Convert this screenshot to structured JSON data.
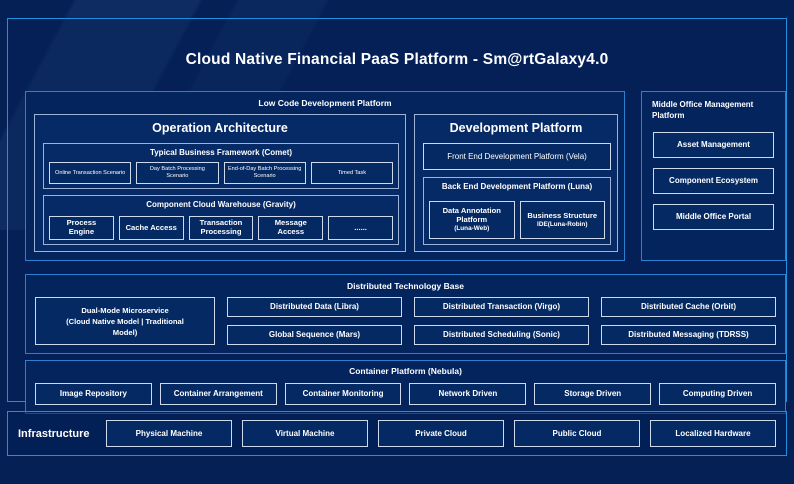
{
  "title": "Cloud Native Financial PaaS Platform - Sm@rtGalaxy4.0",
  "colors": {
    "background": "#042055",
    "accent_border": "#1f8fe0",
    "panel_border": "#2f7fd0",
    "chip_border": "#cfd9ec",
    "text": "#ffffff"
  },
  "low_code": {
    "title": "Low Code Development Platform",
    "operation_architecture": {
      "title": "Operation Architecture",
      "typical_business_framework": {
        "title": "Typical Business Framework (Comet)",
        "items": [
          "Online Transaction Scenario",
          "Day Batch Processing Scenario",
          "End-of-Day Batch Processing Scenario",
          "Timed Task"
        ]
      },
      "component_cloud_warehouse": {
        "title": "Component Cloud Warehouse (Gravity)",
        "items": [
          "Process Engine",
          "Cache Access",
          "Transaction Processing",
          "Message Access",
          "......"
        ]
      }
    },
    "development_platform": {
      "title": "Development Platform",
      "front_end": "Front End Development Platform (Vela)",
      "back_end": {
        "title": "Back End Development Platform (Luna)",
        "items": [
          {
            "main": "Data Annotation Platform",
            "sub": "(Luna-Web)"
          },
          {
            "main": "Business Structure",
            "sub": "IDE(Luna-Robin)"
          }
        ]
      }
    }
  },
  "middle_office": {
    "title": "Middle Office Management Platform",
    "items": [
      "Asset Management",
      "Component Ecosystem",
      "Middle Office Portal"
    ]
  },
  "distributed_technology_base": {
    "title": "Distributed Technology Base",
    "highlight": "Dual-Mode Microservice (Cloud Native Model | Traditional Model)",
    "highlight_lines": [
      "Dual-Mode Microservice",
      "(Cloud Native Model | Traditional",
      "Model)"
    ],
    "columns": [
      [
        "Distributed Data (Libra)",
        "Global Sequence (Mars)"
      ],
      [
        "Distributed Transaction (Virgo)",
        "Distributed Scheduling (Sonic)"
      ],
      [
        "Distributed Cache (Orbit)",
        "Distributed Messaging (TDRSS)"
      ]
    ]
  },
  "container_platform": {
    "title": "Container Platform (Nebula)",
    "items": [
      "Image Repository",
      "Container Arrangement",
      "Container Monitoring",
      "Network Driven",
      "Storage Driven",
      "Computing Driven"
    ]
  },
  "infrastructure": {
    "label": "Infrastructure",
    "items": [
      "Physical Machine",
      "Virtual Machine",
      "Private Cloud",
      "Public Cloud",
      "Localized Hardware"
    ]
  }
}
